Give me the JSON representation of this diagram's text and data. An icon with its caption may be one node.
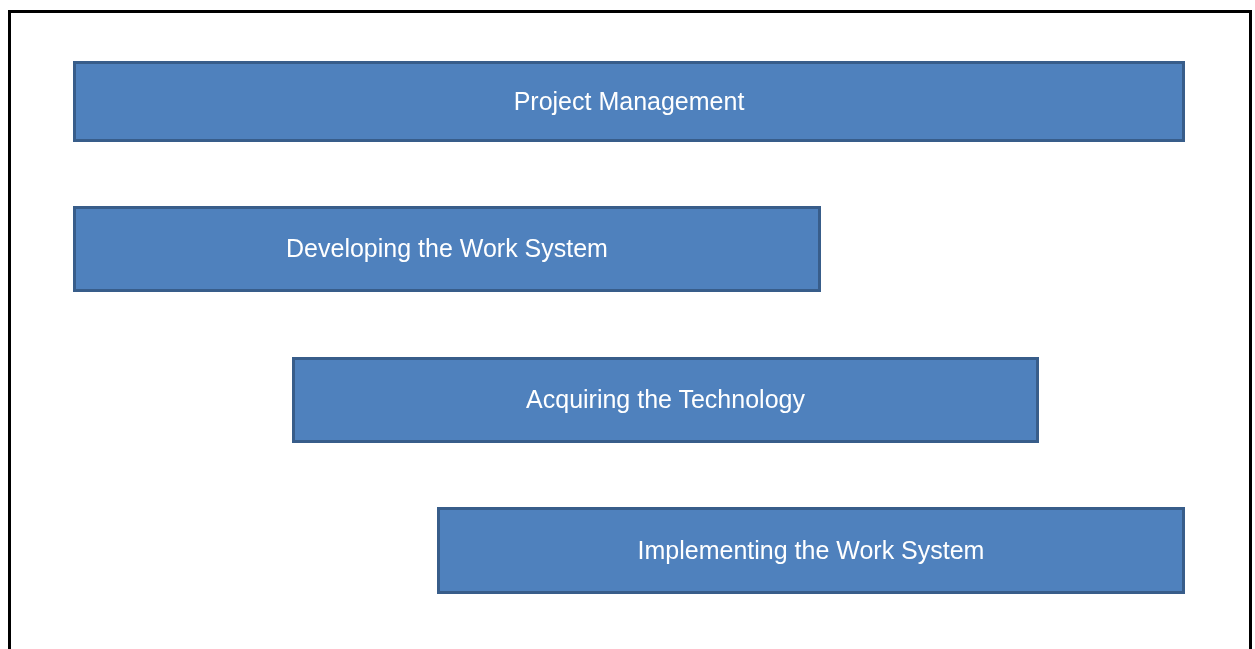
{
  "diagram": {
    "nodes": [
      {
        "text": [
          "Project Management"
        ]
      },
      {
        "text": [
          "Developing the Work System"
        ]
      },
      {
        "text": [
          "Acquiring the Technology"
        ]
      },
      {
        "text": [
          "Implementing the Work System"
        ]
      }
    ]
  }
}
